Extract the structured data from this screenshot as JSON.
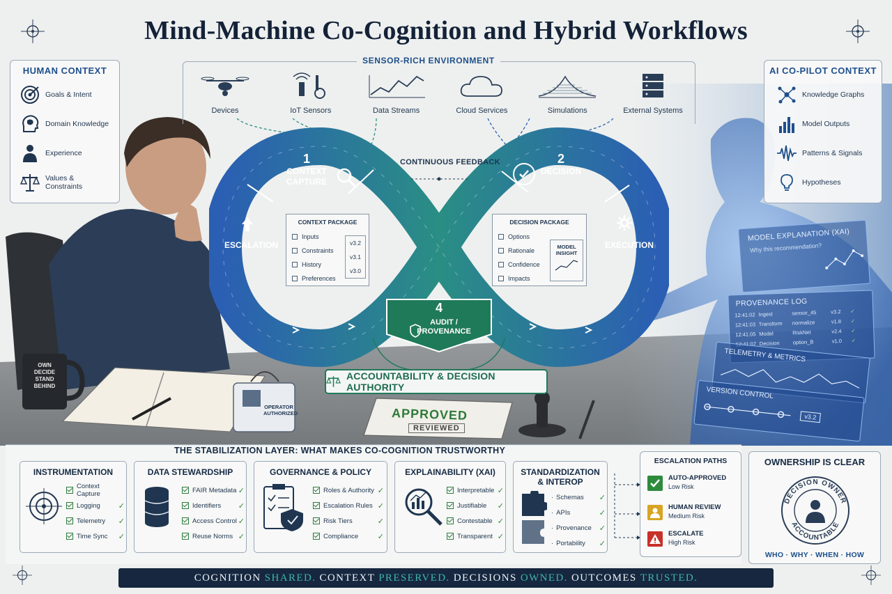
{
  "title": "Mind-Machine Co-Cognition and Hybrid Workflows",
  "human_context": {
    "title": "HUMAN CONTEXT",
    "items": [
      {
        "label": "Goals & Intent",
        "icon": "target-icon"
      },
      {
        "label": "Domain Knowledge",
        "icon": "brain-head-icon"
      },
      {
        "label": "Experience",
        "icon": "person-icon"
      },
      {
        "label": "Values & Constraints",
        "icon": "scales-icon"
      }
    ]
  },
  "ai_context": {
    "title": "AI CO-PILOT CONTEXT",
    "items": [
      {
        "label": "Knowledge Graphs",
        "icon": "graph-icon"
      },
      {
        "label": "Model Outputs",
        "icon": "bar-chart-icon"
      },
      {
        "label": "Patterns & Signals",
        "icon": "waveform-icon"
      },
      {
        "label": "Hypotheses",
        "icon": "lightbulb-icon"
      }
    ]
  },
  "environment": {
    "title": "SENSOR-RICH ENVIRONMENT",
    "items": [
      {
        "label": "Devices",
        "icon": "drone-icon"
      },
      {
        "label": "IoT Sensors",
        "icon": "sensor-icon"
      },
      {
        "label": "Data Streams",
        "icon": "line-chart-icon"
      },
      {
        "label": "Cloud Services",
        "icon": "cloud-icon"
      },
      {
        "label": "Simulations",
        "icon": "surface-plot-icon"
      },
      {
        "label": "External Systems",
        "icon": "server-icon"
      }
    ]
  },
  "loop": {
    "feedback": "CONTINUOUS FEEDBACK",
    "stage1_num": "1",
    "stage1_line1": "CONTEXT",
    "stage1_line2": "CAPTURE",
    "stage2_num": "2",
    "stage2_label": "DECISION",
    "stage4_num": "4",
    "stage4_line1": "AUDIT /",
    "stage4_line2": "PROVENANCE",
    "escalation": "ESCALATION",
    "execution": "EXECUTION",
    "accountability": "ACCOUNTABILITY & DECISION AUTHORITY"
  },
  "context_package": {
    "title": "CONTEXT PACKAGE",
    "items": [
      "Inputs",
      "Constraints",
      "History",
      "Preferences"
    ],
    "versions": [
      "v3.2",
      "v3.1",
      "v3.0"
    ]
  },
  "decision_package": {
    "title": "DECISION PACKAGE",
    "items": [
      "Options",
      "Rationale",
      "Confidence",
      "Impacts"
    ],
    "insight_line1": "MODEL",
    "insight_line2": "INSIGHT"
  },
  "xai_panel": {
    "title": "MODEL EXPLANATION (XAI)",
    "subtitle": "Why this recommendation?"
  },
  "provenance": {
    "title": "PROVENANCE LOG",
    "rows": [
      {
        "time": "12:41:02",
        "action": "Ingest",
        "object": "sensor_45",
        "version": "v3.2"
      },
      {
        "time": "12:41:03",
        "action": "Transform",
        "object": "normalize",
        "version": "v1.8"
      },
      {
        "time": "12:41:05",
        "action": "Model",
        "object": "RiskNet",
        "version": "v2.4"
      },
      {
        "time": "12:41:07",
        "action": "Decision",
        "object": "option_B",
        "version": "v1.0"
      }
    ]
  },
  "telemetry": {
    "title": "TELEMETRY & METRICS"
  },
  "version_control": {
    "title": "VERSION CONTROL",
    "tag": "v3.2"
  },
  "desk": {
    "mug_lines": [
      "OWN",
      "DECIDE",
      "STAND",
      "BEHIND"
    ],
    "badge_line1": "OPERATOR",
    "badge_line2": "AUTHORIZED",
    "stamp_approved": "APPROVED",
    "stamp_reviewed": "REVIEWED"
  },
  "stabilization": {
    "title": "THE STABILIZATION LAYER: WHAT MAKES CO-COGNITION TRUSTWORTHY",
    "cards": [
      {
        "title": "INSTRUMENTATION",
        "icon": "crosshair-target-icon",
        "items": [
          "Context Capture",
          "Logging",
          "Telemetry",
          "Time Sync"
        ]
      },
      {
        "title": "DATA STEWARDSHIP",
        "icon": "database-icon",
        "items": [
          "FAIR Metadata",
          "Identifiers",
          "Access Control",
          "Reuse Norms"
        ]
      },
      {
        "title": "GOVERNANCE & POLICY",
        "icon": "clipboard-shield-icon",
        "items": [
          "Roles & Authority",
          "Escalation Rules",
          "Risk Tiers",
          "Compliance"
        ]
      },
      {
        "title": "EXPLAINABILITY (XAI)",
        "icon": "magnifier-chart-icon",
        "items": [
          "Interpretable",
          "Justifiable",
          "Contestable",
          "Transparent"
        ]
      },
      {
        "title_line1": "STANDARDIZATION",
        "title_line2": "& INTEROP",
        "icon": "puzzle-icon",
        "items": [
          "Schemas",
          "APIs",
          "Provenance",
          "Portability"
        ]
      }
    ]
  },
  "escalation_paths": {
    "title": "ESCALATION PATHS",
    "items": [
      {
        "label": "AUTO-APPROVED",
        "risk": "Low Risk",
        "color": "#2e8b3e"
      },
      {
        "label": "HUMAN REVIEW",
        "risk": "Medium Risk",
        "color": "#d9a423"
      },
      {
        "label": "ESCALATE",
        "risk": "High Risk",
        "color": "#c8302a"
      }
    ]
  },
  "ownership": {
    "title": "OWNERSHIP IS CLEAR",
    "seal_top": "DECISION OWNER",
    "seal_bottom": "ACCOUNTABLE",
    "footer": "WHO · WHY · WHEN · HOW"
  },
  "banner": {
    "parts": [
      {
        "text": "COGNITION ",
        "accent": false
      },
      {
        "text": "SHARED.",
        "accent": true
      },
      {
        "text": " CONTEXT ",
        "accent": false
      },
      {
        "text": "PRESERVED.",
        "accent": true
      },
      {
        "text": " DECISIONS ",
        "accent": false
      },
      {
        "text": "OWNED.",
        "accent": true
      },
      {
        "text": " OUTCOMES ",
        "accent": false
      },
      {
        "text": "TRUSTED.",
        "accent": true
      }
    ]
  },
  "colors": {
    "navy": "#1b3a66",
    "teal": "#1f8a7e",
    "blue": "#2a5fb0",
    "green": "#2e8b3e"
  }
}
